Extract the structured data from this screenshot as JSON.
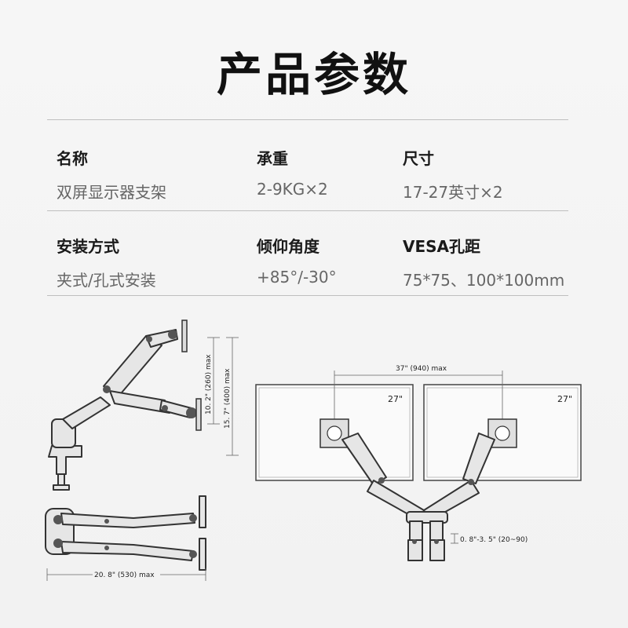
{
  "title": "产品参数",
  "specs": [
    {
      "label": "名称",
      "value": "双屏显示器支架"
    },
    {
      "label": "承重",
      "value": "2-9KG×2"
    },
    {
      "label": "尺寸",
      "value": "17-27英寸×2"
    },
    {
      "label": "安装方式",
      "value": "夹式/孔式安装"
    },
    {
      "label": "倾仰角度",
      "value": "+85°/-30°"
    },
    {
      "label": "VESA孔距",
      "value": "75*75、100*100mm"
    }
  ],
  "diagram": {
    "side_height_1": "10. 2\" (260) max",
    "side_height_2": "15. 7\" (400) max",
    "top_width": "20. 8\" (530) max",
    "front_span": "37\" (940) max",
    "screen_left": "27\"",
    "screen_right": "27\"",
    "clamp_range": "0. 8\"-3. 5\" (20~90)"
  }
}
